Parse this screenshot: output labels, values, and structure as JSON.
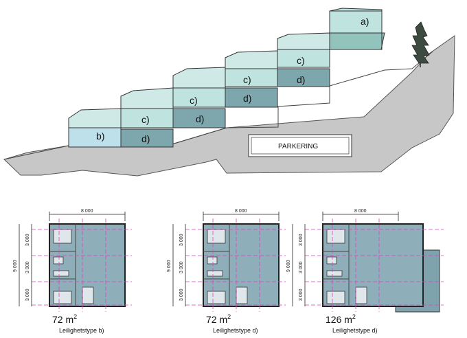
{
  "section": {
    "units": {
      "a": "a)",
      "b": "b)",
      "c": "c)",
      "d": "d)"
    },
    "parking_label": "PARKERING"
  },
  "plans": [
    {
      "id": "b",
      "width_dim": "8 000",
      "height_dim": "9 000",
      "module_dims": [
        "3 000",
        "3 000",
        "3 000"
      ],
      "area": "72 m",
      "area_sup": "2",
      "caption": "Leilighetstype b)"
    },
    {
      "id": "d",
      "width_dim": "8 000",
      "height_dim": "9 000",
      "module_dims": [
        "3 000",
        "3 000",
        "3 000"
      ],
      "area": "72 m",
      "area_sup": "2",
      "caption": "Leilighetstype d)"
    },
    {
      "id": "d-large",
      "width_dim": "8 000",
      "height_dim": "9 000",
      "module_dims": [
        "3 000",
        "3 000",
        "3 000"
      ],
      "area": "126 m",
      "area_sup": "2",
      "caption": "Leilighetstype d)"
    }
  ],
  "colors": {
    "terrain": "#c7c7c7",
    "unit_light": "#bfe3df",
    "unit_mid": "#93c3bd",
    "unit_dark": "#7ea7ad",
    "unit_b": "#bde0ea",
    "plan_fill": "#8eafb9",
    "grid": "#e040c0"
  }
}
